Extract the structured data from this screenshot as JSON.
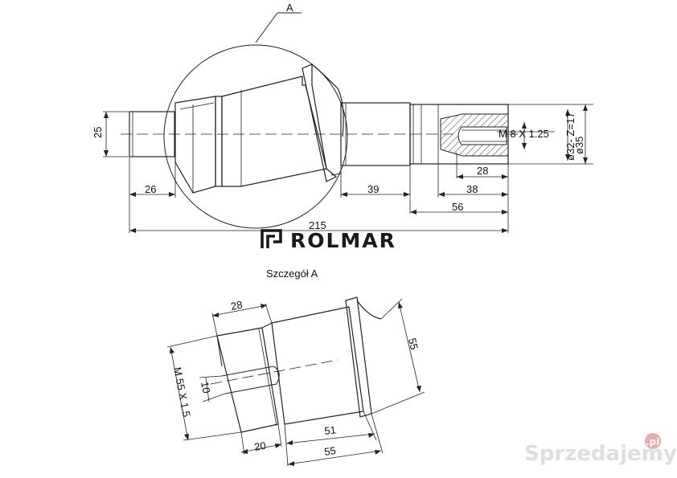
{
  "drawing": {
    "main_view": {
      "callout_label": "A",
      "dimensions": {
        "shaft_end_diameter": "25",
        "shaft_end_length": "26",
        "middle_section_length": "39",
        "bore_depth": "38",
        "thread_depth": "28",
        "splined_length": "56",
        "total_length": "215",
        "internal_thread": "M 8 X 1.25",
        "spline_spec": "ø32- Z=17",
        "outer_diameter": "ø35"
      }
    },
    "detail_view": {
      "title": "Szczegół A",
      "dimensions": {
        "thread_length": "28",
        "collar_width": "55",
        "thread_spec": "M 55 X 1.5",
        "keyway_width": "10",
        "chamfer_length": "20",
        "body_length": "51",
        "overall_length": "55"
      }
    }
  },
  "brand": {
    "name": "ROLMAR"
  },
  "watermark": {
    "text": "Sprzedajemy",
    "suffix": ".pl"
  },
  "colors": {
    "line": "#222222",
    "hatch": "#444444",
    "brand": "#1a1a1a",
    "watermark": "#d8d8d8",
    "watermark_badge": "#e8a9a9"
  }
}
